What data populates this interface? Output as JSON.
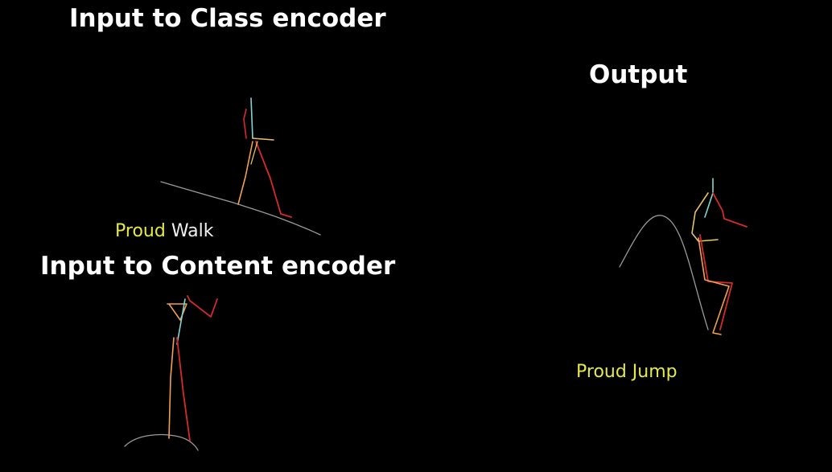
{
  "panels": {
    "class_input": {
      "heading": "Input to Class encoder",
      "caption_style": "Proud",
      "caption_motion": "Walk"
    },
    "content_input": {
      "heading": "Input to Content encoder"
    },
    "output": {
      "heading": "Output",
      "caption": "Proud Jump"
    }
  },
  "colors": {
    "background": "#000000",
    "heading": "#ffffff",
    "style_highlight": "#e4e84a",
    "bone_red": "#d42a2a",
    "bone_orange": "#f0a050",
    "bone_cyan": "#7fd6d0",
    "bone_yellow": "#e6c36a",
    "trajectory": "#9a9a9a"
  }
}
